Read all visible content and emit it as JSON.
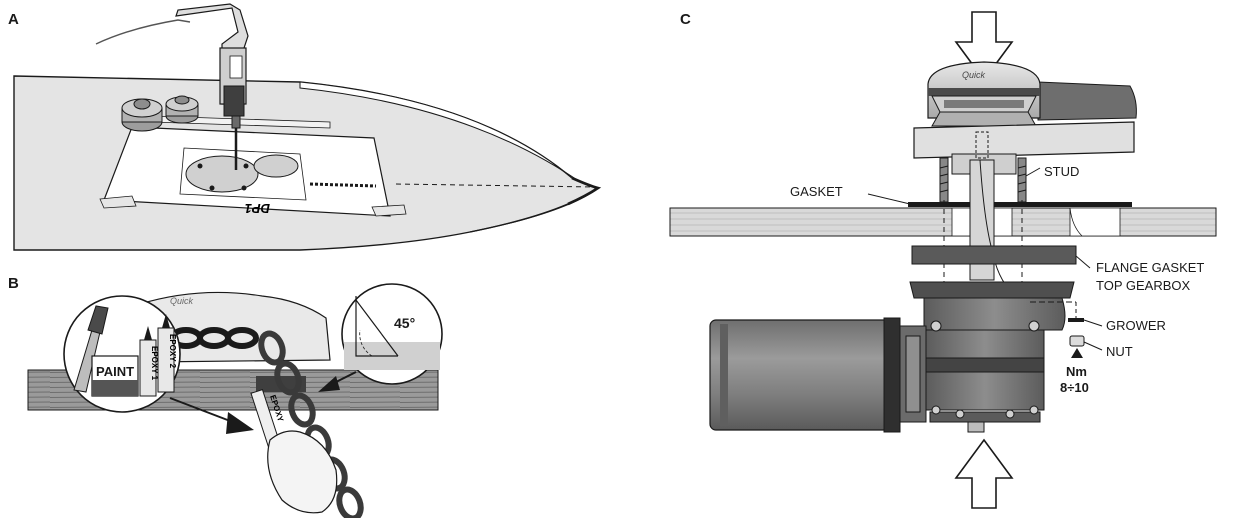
{
  "panels": {
    "a": {
      "letter": "A",
      "template_code": "DP1"
    },
    "b": {
      "letter": "B",
      "paint_label": "PAINT",
      "epoxy1_label": "EPOXY 1",
      "epoxy2_label": "EPOXY 2",
      "epoxy_tube_label": "EPOXY",
      "angle_label": "45°"
    },
    "c": {
      "letter": "C",
      "callouts": {
        "gasket": "GASKET",
        "stud": "STUD",
        "flange_gasket": "FLANGE GASKET",
        "top_gearbox": "TOP GEARBOX",
        "grower": "GROWER",
        "nut": "NUT"
      },
      "torque": {
        "unit": "Nm",
        "range": "8÷10"
      }
    }
  },
  "colors": {
    "ink": "#1a1a1a",
    "deck": "#d4d4d4",
    "motor": "#8a8a8a",
    "dark_part": "#555555"
  }
}
